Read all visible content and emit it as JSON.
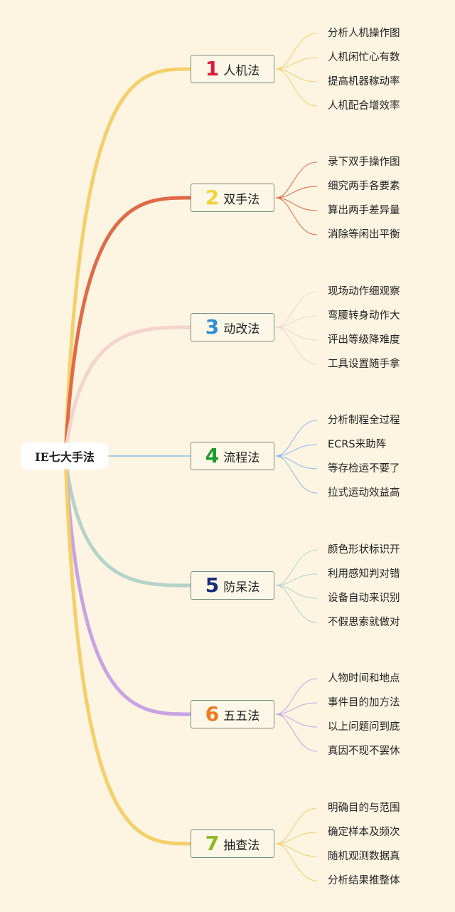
{
  "root": {
    "label": "IE七大手法"
  },
  "branches": [
    {
      "num": "1",
      "label": "人机法",
      "color": "#f5cf6a",
      "num_color": "#d81e3c",
      "items": [
        "分析人机操作图",
        "人机闲忙心有数",
        "提高机器稼动率",
        "人机配合增效率"
      ]
    },
    {
      "num": "2",
      "label": "双手法",
      "color": "#e06a48",
      "num_color": "#f2d23c",
      "items": [
        "录下双手操作图",
        "细究两手各要素",
        "算出两手差异量",
        "消除等闲出平衡"
      ]
    },
    {
      "num": "3",
      "label": "动改法",
      "color": "#f4d3cd",
      "num_color": "#2e8fd6",
      "items": [
        "现场动作细观察",
        "弯腰转身动作大",
        "评出等级降难度",
        "工具设置随手拿"
      ]
    },
    {
      "num": "4",
      "label": "流程法",
      "color": "#8fb7ea",
      "num_color": "#1f9a2e",
      "items": [
        "分析制程全过程",
        "ECRS来助阵",
        "等存检运不要了",
        "拉式运动效益高"
      ]
    },
    {
      "num": "5",
      "label": "防呆法",
      "color": "#b4d3c9",
      "num_color": "#172c78",
      "items": [
        "颜色形状标识开",
        "利用感知判对错",
        "设备自动来识别",
        "不假思索就做对"
      ]
    },
    {
      "num": "6",
      "label": "五五法",
      "color": "#c8a3e3",
      "num_color": "#f07a1e",
      "items": [
        "人物时间和地点",
        "事件目的加方法",
        "以上问题问到底",
        "真因不现不罢休"
      ]
    },
    {
      "num": "7",
      "label": "抽查法",
      "color": "#f5cf6a",
      "num_color": "#8cba24",
      "items": [
        "明确目的与范围",
        "确定样本及频次",
        "随机观测数据真",
        "分析结果推整体"
      ]
    }
  ]
}
